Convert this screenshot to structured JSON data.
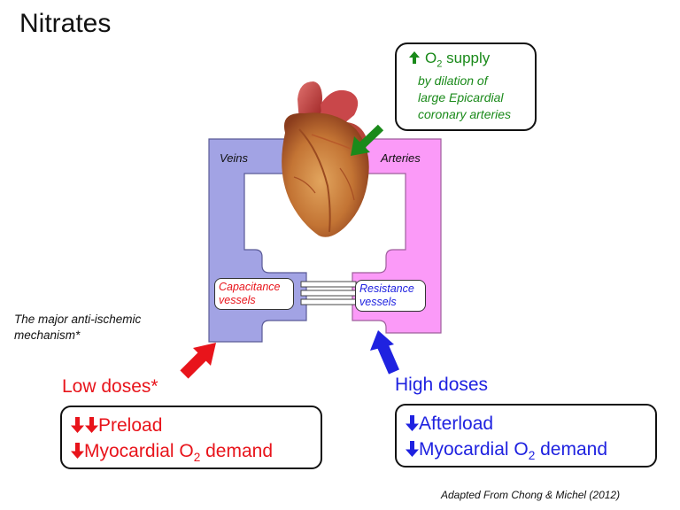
{
  "title": "Nitrates",
  "supply": {
    "main_pre": "O",
    "main_sub": "2",
    "main_post": " supply",
    "lines": [
      "by dilation of",
      "large Epicardial",
      "coronary arteries"
    ]
  },
  "circuit": {
    "veins_label": "Veins",
    "arteries_label": "Arteries",
    "capacitance_l1": "Capacitance",
    "capacitance_l2": "vessels",
    "resistance_l1": "Resistance",
    "resistance_l2": "vessels"
  },
  "mechanism": {
    "line1": "The major anti-ischemic",
    "line2": "mechanism*"
  },
  "low_doses": {
    "heading": "Low doses*",
    "item1": "Preload",
    "item2_pre": "Myocardial O",
    "item2_sub": "2",
    "item2_post": " demand"
  },
  "high_doses": {
    "heading": "High doses",
    "item1": "Afterload",
    "item2_pre": "Myocardial O",
    "item2_sub": "2",
    "item2_post": " demand"
  },
  "credit": "Adapted From Chong & Michel (2012)",
  "colors": {
    "veins": "#a2a3e4",
    "arteries": "#fb9af8",
    "green": "#1a8a1a",
    "red": "#e8141b",
    "blue": "#1f22e0"
  },
  "icons": {
    "up_arrow": "up-arrow-icon",
    "down_arrow": "down-arrow-icon",
    "heart": "heart-icon"
  }
}
